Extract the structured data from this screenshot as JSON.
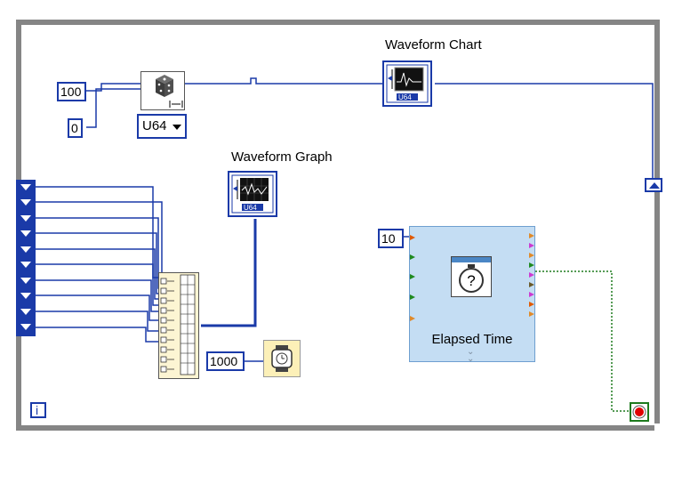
{
  "loop": {
    "iteration_label": "i",
    "wire_color": "#1a3aa8",
    "frame_color": "#808080"
  },
  "random": {
    "max_const": "100",
    "min_const": "0",
    "type_label": "U64",
    "icon": "dice-icon"
  },
  "chart": {
    "label": "Waveform Chart",
    "type_badge": "U64",
    "icon": "waveform-chart-icon"
  },
  "graph": {
    "label": "Waveform Graph",
    "type_badge": "U64",
    "icon": "waveform-graph-icon"
  },
  "array": {
    "icon": "build-array-icon"
  },
  "wait": {
    "ms_const": "1000",
    "icon": "wait-ms-icon"
  },
  "elapsed": {
    "target_const": "10",
    "title": "Elapsed Time",
    "icon": "stopwatch-icon"
  },
  "stop": {
    "icon": "stop-button-icon",
    "color": "#e00000"
  }
}
